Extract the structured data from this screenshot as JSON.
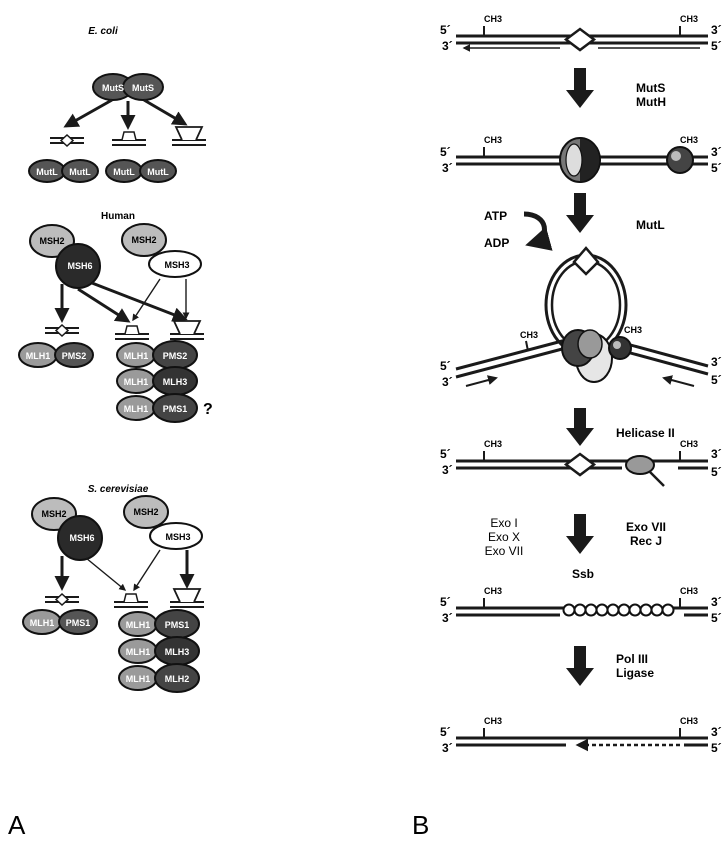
{
  "colors": {
    "dark": "#262626",
    "mid": "#7a7a7a",
    "light": "#c8c8c8",
    "line": "#1a1a1a"
  },
  "panelA": {
    "label": "A",
    "ecoli": {
      "title": "E. coli",
      "mutS_left": "MutS",
      "mutS_right": "MutS",
      "mutL_1": "MutL",
      "mutL_2": "MutL",
      "mutL_3": "MutL",
      "mutL_4": "MutL"
    },
    "human": {
      "title": "Human",
      "msh2_a": "MSH2",
      "msh6": "MSH6",
      "msh2_b": "MSH2",
      "msh3": "MSH3",
      "mlh1_1": "MLH1",
      "pms2_1": "PMS2",
      "mlh1_2": "MLH1",
      "pms2_2": "PMS2",
      "mlh1_3": "MLH1",
      "mlh3": "MLH3",
      "mlh1_4": "MLH1",
      "pms1": "PMS1",
      "question": "?"
    },
    "yeast": {
      "title": "S. cerevisiae",
      "msh2_a": "MSH2",
      "msh6": "MSH6",
      "msh2_b": "MSH2",
      "msh3": "MSH3",
      "mlh1_1": "MLH1",
      "pms1_1": "PMS1",
      "mlh1_2": "MLH1",
      "pms1_2": "PMS1",
      "mlh1_3": "MLH1",
      "mlh3": "MLH3",
      "mlh1_4": "MLH1",
      "mlh2": "MLH2"
    }
  },
  "panelB": {
    "label": "B",
    "five": "5´",
    "three": "3´",
    "ch3": "CH3",
    "step1": "MutS",
    "step1b": "MutH",
    "atp": "ATP",
    "adp": "ADP",
    "step2": "MutL",
    "step3": "Helicase II",
    "exo_left_1": "Exo I",
    "exo_left_2": "Exo X",
    "exo_left_3": "Exo VII",
    "exo_right_1": "Exo VII",
    "exo_right_2": "Rec J",
    "ssb": "Ssb",
    "step5": "Pol III",
    "step5b": "Ligase"
  }
}
